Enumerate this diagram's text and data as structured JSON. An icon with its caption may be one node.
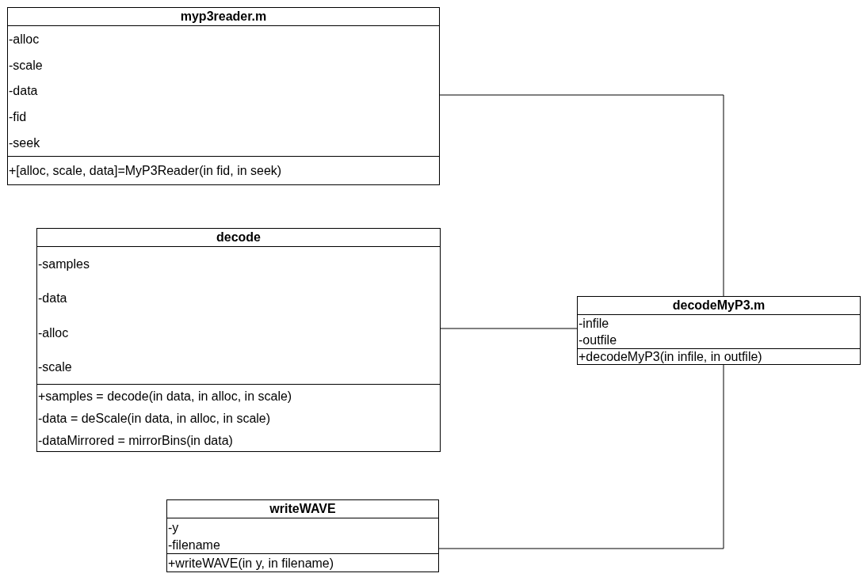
{
  "diagram": {
    "nodes": [
      {
        "text": [
          "myp3reader.m"
        ]
      },
      {
        "text": [
          "-alloc",
          "-scale",
          "-data",
          "-fid",
          "-seek"
        ],
        "in": 0
      },
      {
        "text": [
          "+[alloc, scale, data]=MyP3Reader(in fid, in seek)"
        ],
        "in": 0
      },
      {
        "text": [
          "decode"
        ]
      },
      {
        "text": [
          "-samples",
          "-data",
          "-alloc",
          "-scale"
        ],
        "in": 3
      },
      {
        "text": [
          "+samples = decode(in data, in alloc, in scale)",
          "-data = deScale(in data, in alloc, in scale)",
          "-dataMirrored = mirrorBins(in data)"
        ],
        "in": 3
      },
      {
        "text": [
          "decodeMyP3.m"
        ]
      },
      {
        "text": [
          "-infile",
          "-outfile"
        ],
        "in": 6
      },
      {
        "text": [
          "+decodeMyP3(in infile, in outfile)"
        ],
        "in": 6
      },
      {
        "text": [
          "writeWAVE"
        ]
      },
      {
        "text": [
          "-y",
          "-filename"
        ],
        "in": 9
      },
      {
        "text": [
          "+writeWAVE(in y, in filename)"
        ],
        "in": 9
      }
    ],
    "edges": [
      {
        "from": 0,
        "to": 6,
        "arrow": "none"
      },
      {
        "from": 3,
        "to": 6,
        "arrow": "none"
      },
      {
        "from": 9,
        "to": 6,
        "arrow": "none"
      }
    ]
  }
}
